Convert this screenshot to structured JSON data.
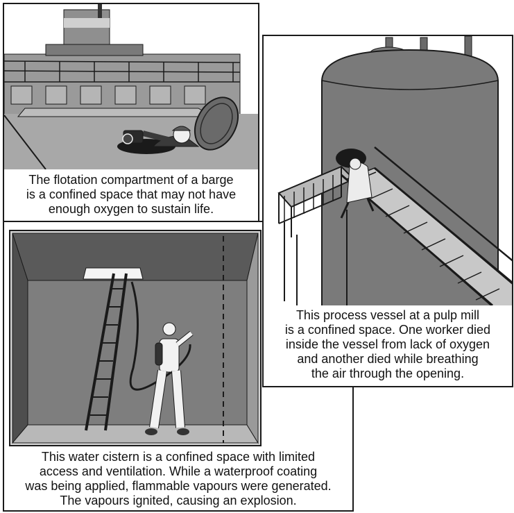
{
  "panels": {
    "barge": {
      "caption_lines": [
        "The flotation compartment of a barge",
        "is a confined space that may not have",
        "enough oxygen to sustain life."
      ]
    },
    "vessel": {
      "caption_lines": [
        "This process vessel at a pulp mill",
        "is a confined space.  One worker died",
        "inside the vessel from lack of oxygen",
        "and another died while breathing",
        "the air through the opening."
      ]
    },
    "cistern": {
      "caption_lines": [
        "This water cistern is a confined space with limited",
        "access and ventilation.  While a waterproof coating",
        "was being applied, flammable vapours were generated.",
        "The vapours ignited, causing an explosion."
      ]
    }
  },
  "colors": {
    "outline": "#1a1a1a",
    "dark_gray": "#5a5a5a",
    "mid_gray": "#8a8a8a",
    "light_gray": "#c4c4c4"
  }
}
